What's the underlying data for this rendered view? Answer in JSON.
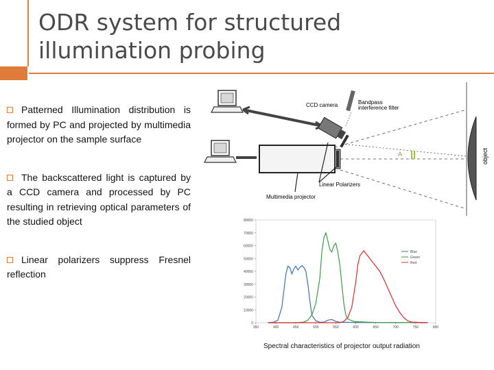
{
  "slide": {
    "title_line1": "ODR system for structured",
    "title_line2": "illumination probing",
    "bullets": [
      "Patterned Illumination distribution is formed by PC and projected by multimedia projector on the sample surface",
      "The backscattered light is captured by a CCD camera and processed by PC resulting in retrieving optical parameters of the studied object",
      "Linear polarizers suppress Fresnel reflection"
    ],
    "accent_color": "#e07b39",
    "bullet_icon": "hollow-square-icon"
  },
  "diagram": {
    "labels": {
      "ccd_camera": "CCD camera",
      "bandpass_line1": "Bandpass",
      "bandpass_line2": "interference filter",
      "linear_polarizers": "Linear Polarizers",
      "multimedia_projector": "Multimedia projector",
      "object": "object",
      "angle": "A"
    }
  },
  "chart_data": {
    "type": "line",
    "title": "",
    "xlabel": "",
    "ylabel": "",
    "xlim": [
      350,
      800
    ],
    "ylim": [
      0,
      80000
    ],
    "x_ticks": [
      "350",
      "400",
      "450",
      "500",
      "550",
      "600",
      "650",
      "700",
      "750",
      "800"
    ],
    "y_ticks": [
      "0",
      "10000",
      "20000",
      "30000",
      "40000",
      "50000",
      "60000",
      "70000",
      "80000"
    ],
    "legend_position": "right",
    "series": [
      {
        "name": "Blue",
        "color": "#3b6fb6",
        "x": [
          380,
          395,
          405,
          415,
          425,
          430,
          435,
          440,
          445,
          450,
          455,
          460,
          465,
          470,
          475,
          480,
          485,
          490,
          500,
          510,
          520,
          530,
          540,
          550,
          560,
          580,
          600,
          650,
          700,
          780
        ],
        "y": [
          0,
          500,
          2000,
          12000,
          38000,
          44000,
          43000,
          38000,
          42000,
          44000,
          41000,
          43000,
          44500,
          43000,
          40000,
          30000,
          17000,
          6000,
          1500,
          500,
          300,
          2000,
          2500,
          1000,
          400,
          300,
          200,
          100,
          100,
          0
        ]
      },
      {
        "name": "Green",
        "color": "#3d9a46",
        "x": [
          380,
          450,
          470,
          480,
          490,
          500,
          510,
          515,
          520,
          525,
          530,
          535,
          540,
          545,
          550,
          555,
          560,
          565,
          570,
          575,
          580,
          590,
          600,
          650,
          780
        ],
        "y": [
          0,
          0,
          500,
          2000,
          6000,
          15000,
          35000,
          55000,
          66000,
          70000,
          64000,
          57000,
          55000,
          60000,
          62000,
          55000,
          45000,
          30000,
          15000,
          6000,
          3000,
          1500,
          800,
          200,
          0
        ]
      },
      {
        "name": "Red",
        "color": "#e0292e",
        "x": [
          380,
          560,
          570,
          580,
          590,
          600,
          605,
          610,
          615,
          620,
          630,
          640,
          650,
          660,
          670,
          680,
          690,
          700,
          710,
          720,
          730,
          740,
          780
        ],
        "y": [
          0,
          0,
          1000,
          4000,
          12000,
          32000,
          45000,
          52000,
          54000,
          56000,
          52000,
          48000,
          44000,
          40000,
          34000,
          27000,
          20000,
          13000,
          8000,
          4000,
          1500,
          500,
          0
        ]
      }
    ]
  },
  "figure": {
    "caption": "Spectral characteristics of projector output radiation"
  }
}
